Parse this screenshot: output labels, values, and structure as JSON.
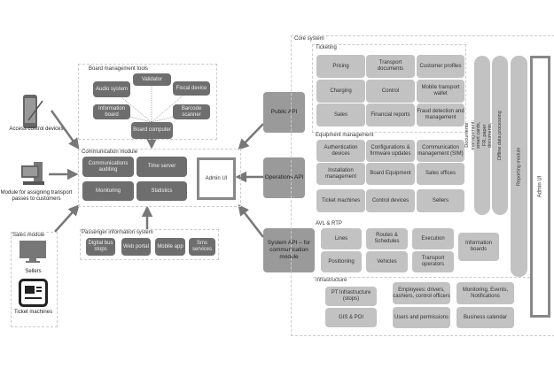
{
  "board_tools": {
    "title": "Board management tools",
    "audio": "Audio system",
    "validator": "Validator",
    "fiscal": "Fiscal device",
    "info_board": "Information board",
    "barcode": "Barcode scanner",
    "board_computer": "Board computer"
  },
  "comm_module": {
    "title": "Communication module",
    "auditing": "Communications auditing",
    "time_server": "Time server",
    "monitoring": "Monitoring",
    "statistics": "Statistics",
    "admin_ui": "Admin UI"
  },
  "left": {
    "access_control": "Access control devices",
    "transport_passes": "Module for assigning transport passes to customers"
  },
  "sales_module": {
    "title": "Sales module",
    "sellers": "Sellers",
    "ticket_machines": "Ticket machines"
  },
  "pis": {
    "title": "Passenger information system",
    "items": [
      "Digital bus stops",
      "Web portal",
      "Mobile app",
      "Sms services"
    ]
  },
  "apis": {
    "public": "Public API",
    "operations": "Operations API",
    "system": "System API – for communication module"
  },
  "core": {
    "title": "Core system",
    "ticketing": {
      "title": "Ticketing",
      "items": [
        "Pricing",
        "Transport documents",
        "Customer profiles",
        "Charging",
        "Control",
        "Mobile transport wallet",
        "Sales",
        "Financial reports",
        "Fraud detection and management"
      ]
    },
    "equipment": {
      "title": "Equipment management",
      "items": [
        "Authentication devices",
        "Configurations & firmware updates",
        "Communication management (SIM)",
        "Installation management",
        "Board Equipment",
        "Sales offices",
        "Ticket machines",
        "Control devices",
        "Sellers"
      ]
    },
    "avl": {
      "title": "AVL & RTP",
      "items": [
        "Lines",
        "Routes & Schedules",
        "Execution",
        "Positioning",
        "Vehicles",
        "Transport operators",
        "Information boards"
      ]
    },
    "infra": {
      "title": "Infrastructure",
      "items": [
        "PT Infrastructure (stops)",
        "GIS & POI",
        "Employees: drivers, cashiers, control officers",
        "Users and permissions",
        "Monitoring, Events, Notifications",
        "Business calendar"
      ]
    },
    "vertical": {
      "docs": "Documents management: smart cards, FR, paper documents, SDK",
      "offline": "Offline data processing",
      "reporting": "Reporting module",
      "admin_ui": "Admin UI"
    }
  }
}
